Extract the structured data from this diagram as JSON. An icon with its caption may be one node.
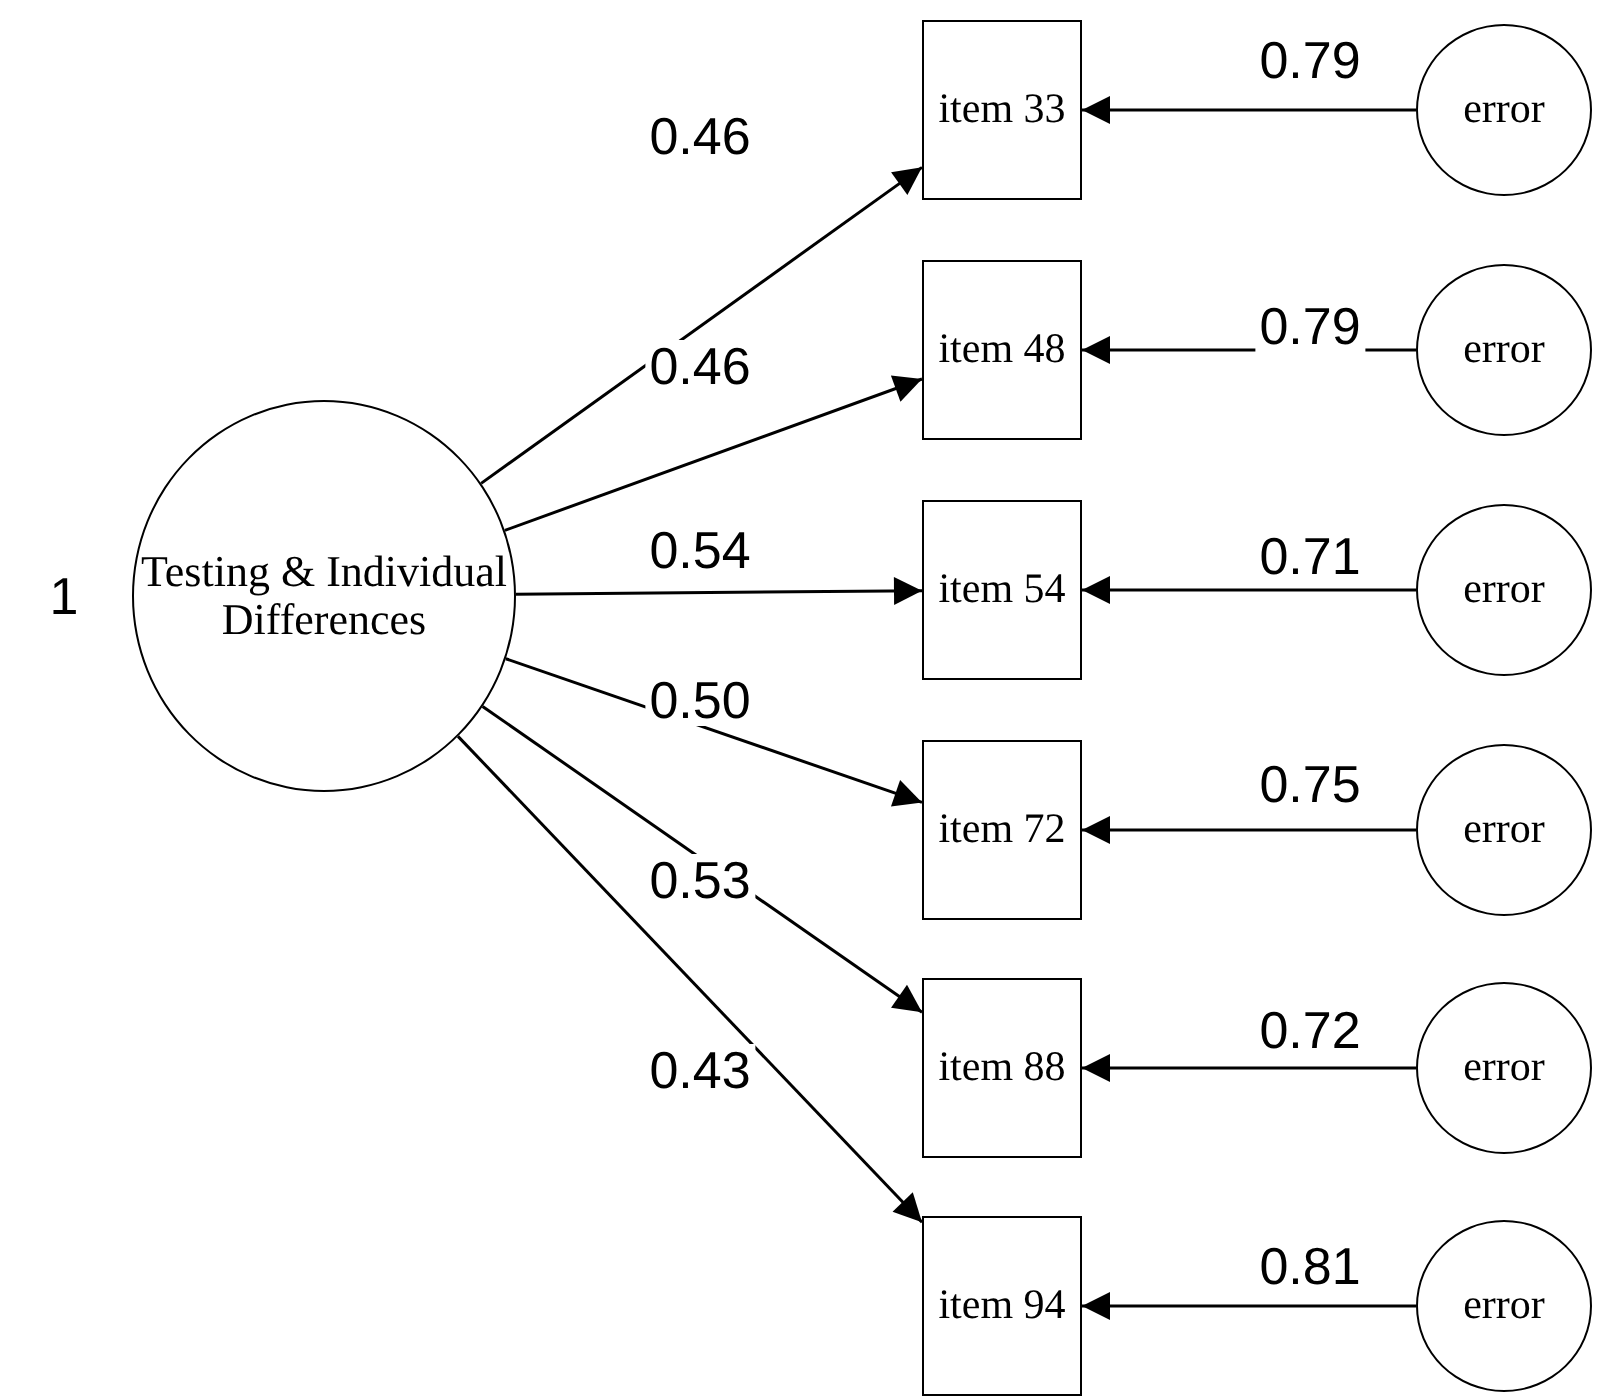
{
  "diagram": {
    "nodes": [
      {
        "text": [
          "Testing & Individual Differences"
        ]
      },
      {
        "text": [
          "item 33"
        ]
      },
      {
        "text": [
          "item 48"
        ]
      },
      {
        "text": [
          "item 54"
        ]
      },
      {
        "text": [
          "item 72"
        ]
      },
      {
        "text": [
          "item 88"
        ]
      },
      {
        "text": [
          "item 94"
        ]
      },
      {
        "text": [
          "error"
        ]
      },
      {
        "text": [
          "error"
        ]
      },
      {
        "text": [
          "error"
        ]
      },
      {
        "text": [
          "error"
        ]
      },
      {
        "text": [
          "error"
        ]
      },
      {
        "text": [
          "error"
        ]
      }
    ],
    "edges": [
      {
        "from": 0,
        "to": 1,
        "arrow": "to",
        "label": "0.46"
      },
      {
        "from": 0,
        "to": 2,
        "arrow": "to",
        "label": "0.46"
      },
      {
        "from": 0,
        "to": 3,
        "arrow": "to",
        "label": "0.54"
      },
      {
        "from": 0,
        "to": 4,
        "arrow": "to",
        "label": "0.50"
      },
      {
        "from": 0,
        "to": 5,
        "arrow": "to",
        "label": "0.53"
      },
      {
        "from": 0,
        "to": 6,
        "arrow": "to",
        "label": "0.43"
      },
      {
        "from": 7,
        "to": 1,
        "arrow": "to",
        "label": "0.79"
      },
      {
        "from": 8,
        "to": 2,
        "arrow": "to",
        "label": "0.79"
      },
      {
        "from": 9,
        "to": 3,
        "arrow": "to",
        "label": "0.71"
      },
      {
        "from": 10,
        "to": 4,
        "arrow": "to",
        "label": "0.75"
      },
      {
        "from": 11,
        "to": 5,
        "arrow": "to",
        "label": "0.72"
      },
      {
        "from": 12,
        "to": 6,
        "arrow": "to",
        "label": "0.81"
      }
    ],
    "labels": [
      "1"
    ]
  }
}
